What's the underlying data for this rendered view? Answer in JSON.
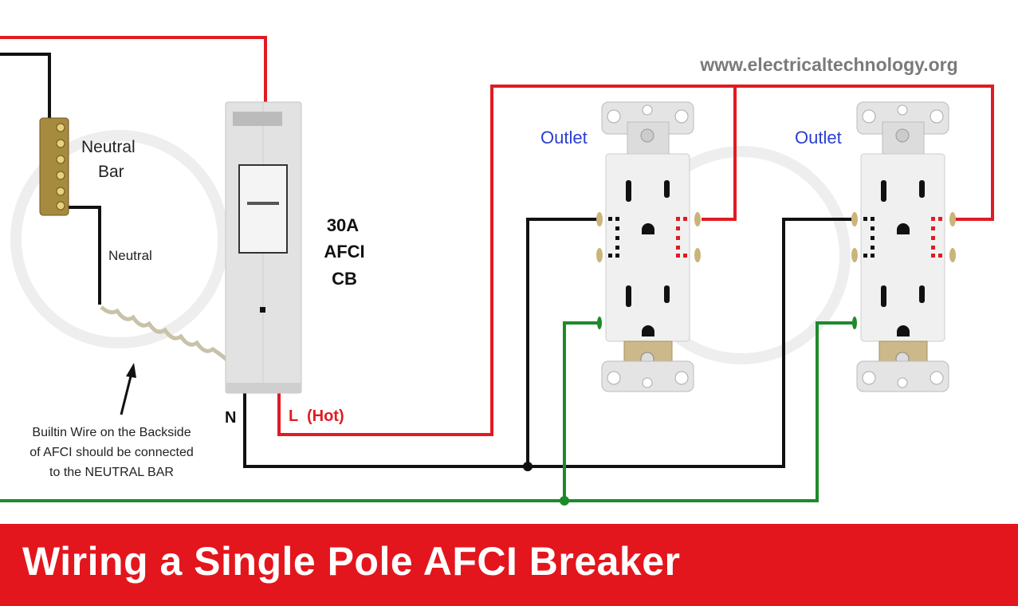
{
  "watermark": "www.electricaltechnology.org",
  "labels": {
    "neutral_bar_line1": "Neutral",
    "neutral_bar_line2": "Bar",
    "neutral": "Neutral",
    "breaker_line1": "30A",
    "breaker_line2": "AFCI",
    "breaker_line3": "CB",
    "n_terminal": "N",
    "hot_terminal": "L  (Hot)",
    "outlet_1": "Outlet",
    "outlet_2": "Outlet",
    "note_line1": "Builtin Wire on the Backside",
    "note_line2": "of AFCI should be connected",
    "note_line3": "to the NEUTRAL BAR"
  },
  "title": "Wiring a Single Pole AFCI Breaker",
  "colors": {
    "hot": "#e01b22",
    "neutral": "#111111",
    "ground": "#1e8a2a",
    "banner": "#e3161d",
    "outlet_label": "#2a3fd1"
  }
}
